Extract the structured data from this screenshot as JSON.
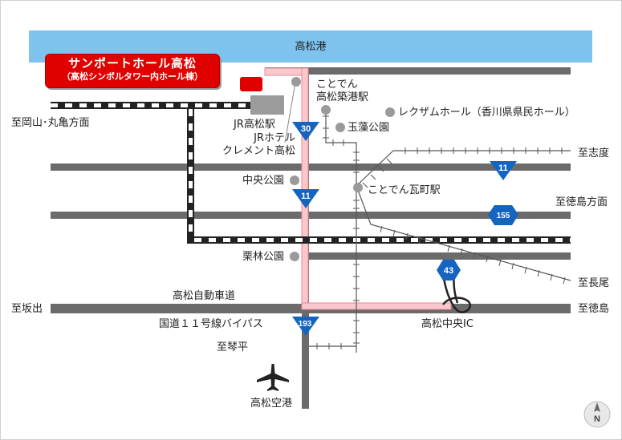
{
  "venue": {
    "name": "サンポートホール高松",
    "subtitle": "（高松シンボルタワー内ホール棟）"
  },
  "places": {
    "port": "高松港",
    "jr_takamatsu_station": "JR高松駅",
    "jr_hotel": "JRホテル\nクレメント高松",
    "kotoden_chikko_station": "ことでん\n高松築港駅",
    "rexxam_hall": "レクザムホール（香川県県民ホール）",
    "tamamo_park": "玉藻公園",
    "chuo_park": "中央公園",
    "kotoden_kawaramachi_station": "ことでん瓦町駅",
    "ritsurin_park": "栗林公園",
    "expressway": "高松自動車道",
    "bypass": "国道１１号線バイパス",
    "takamatsu_chuo_ic": "高松中央IC",
    "airport": "高松空港"
  },
  "directions": {
    "okayama_marugame": "至岡山･丸亀方面",
    "shido": "至志度",
    "tokushima_direction": "至徳島方面",
    "nagao": "至長尾",
    "sakaide": "至坂出",
    "tokushima": "至徳島",
    "kotohira": "至琴平"
  },
  "route_shields": [
    {
      "number": "30",
      "shape": "triangle"
    },
    {
      "number": "11",
      "shape": "triangle"
    },
    {
      "number": "11",
      "shape": "triangle"
    },
    {
      "number": "155",
      "shape": "hexagon"
    },
    {
      "number": "43",
      "shape": "hexagon"
    },
    {
      "number": "193",
      "shape": "triangle"
    }
  ],
  "compass": "N",
  "colors": {
    "sea": "#7dc3ee",
    "road": "#6b6b6b",
    "route_highlight": "#f8c8cc",
    "route_outline": "#e98a94",
    "shield": "#1565c0",
    "venue": "#e00000",
    "station_building": "#9b9b9b",
    "poi_dot": "#9a9a9a"
  },
  "icons": [
    "airplane-icon",
    "compass-icon",
    "poi-dot-icon"
  ]
}
